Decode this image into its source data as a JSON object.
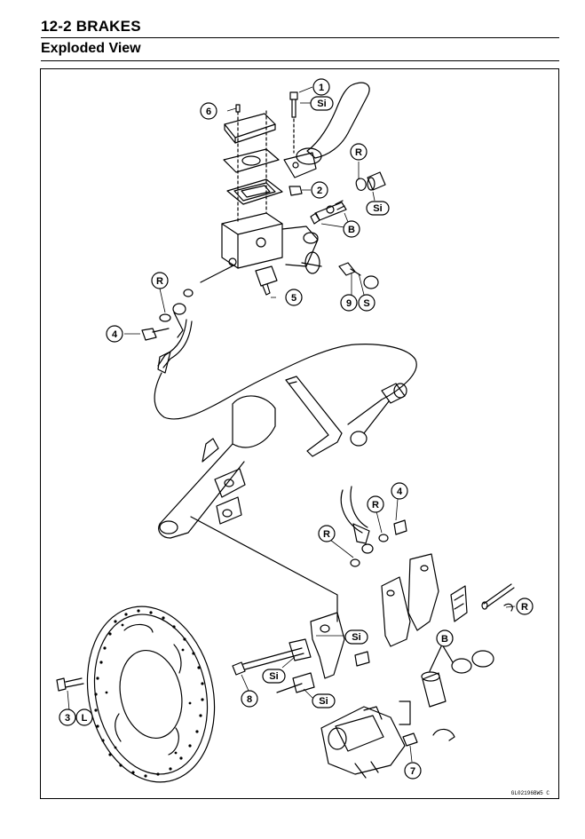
{
  "header": {
    "title": "12-2 BRAKES",
    "subtitle": "Exploded View"
  },
  "figure_code": "GL02196BW5 C",
  "callouts": {
    "c1": "1",
    "c2": "2",
    "c3": "3",
    "c4a": "4",
    "c4b": "4",
    "c5": "5",
    "c6": "6",
    "c7": "7",
    "c8": "8",
    "c9": "9"
  },
  "symbols": {
    "si": "Si",
    "r": "R",
    "b": "B",
    "s": "S",
    "l": "L"
  }
}
